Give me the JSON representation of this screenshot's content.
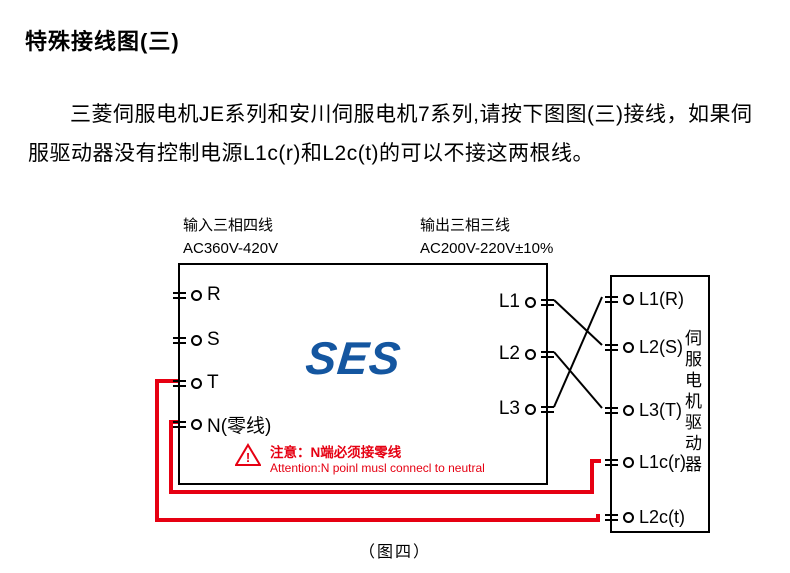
{
  "page": {
    "title": "特殊接线图(三)",
    "paragraph": "三菱伺服电机JE系列和安川伺服电机7系列,请按下图图(三)接线，如果伺服驱动器没有控制电源L1c(r)和L2c(t)的可以不接这两根线。",
    "caption": "（图四）"
  },
  "diagram": {
    "input_label": {
      "title": "输入三相四线",
      "value": "AC360V-420V"
    },
    "output_label": {
      "title": "输出三相三线",
      "value": "AC200V-220V±10%"
    },
    "main_box": {
      "logo": "SES",
      "left_terminals": [
        "R",
        "S",
        "T",
        "N(零线)"
      ],
      "right_terminals": [
        "L1",
        "L2",
        "L3"
      ],
      "warning_line1": "注意：N端必须接零线",
      "warning_line2": "Attention:N poinl musl connecl to neutral"
    },
    "servo_box": {
      "terminals": [
        "L1(R)",
        "L2(S)",
        "L3(T)",
        "L1c(r)",
        "L2c(t)"
      ],
      "vertical_label": "伺服电机驱动器"
    }
  },
  "colors": {
    "wire_red": "#e60012",
    "warning_red": "#e60012",
    "logo_blue": "#1456a0",
    "wire_black": "#000000"
  }
}
